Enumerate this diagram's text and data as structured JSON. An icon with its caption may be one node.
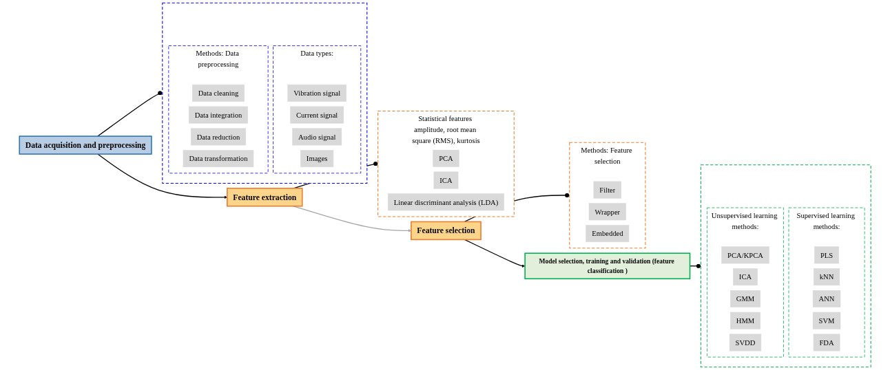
{
  "diagram": {
    "nodes": [
      {
        "text": [
          "Data acquisition and preprocessing"
        ]
      },
      {
        "text": [
          "Feature extraction"
        ]
      },
      {
        "text": [
          "Feature selection"
        ]
      },
      {
        "text": [
          "Model selection, training and validation (feature classification )"
        ]
      },
      {
        "text": [],
        "shape": "box"
      },
      {
        "text": [
          "Data types:"
        ],
        "in": 4
      },
      {
        "text": [
          "Vibration signal"
        ],
        "in": 5
      },
      {
        "text": [
          "Current signal"
        ],
        "in": 5
      },
      {
        "text": [
          "Audio signal"
        ],
        "in": 5
      },
      {
        "text": [
          "Images"
        ],
        "in": 5
      },
      {
        "text": [
          "Methods: Data preprocessing"
        ],
        "in": 4
      },
      {
        "text": [
          "Data cleaning"
        ],
        "in": 10
      },
      {
        "text": [
          "Data integration"
        ],
        "in": 10
      },
      {
        "text": [
          "Data reduction"
        ],
        "in": 10
      },
      {
        "text": [
          "Data transformation"
        ],
        "in": 10
      },
      {
        "text": [
          "Statistical features amplitude, root mean square (RMS), kurtosis"
        ]
      },
      {
        "text": [
          "PCA"
        ],
        "in": 15
      },
      {
        "text": [
          "ICA"
        ],
        "in": 15
      },
      {
        "text": [
          "Linear discriminant analysis (LDA)"
        ],
        "in": 15
      },
      {
        "text": [
          "Methods: Feature selection"
        ]
      },
      {
        "text": [
          "Filter"
        ],
        "in": 19
      },
      {
        "text": [
          "Wrapper"
        ],
        "in": 19
      },
      {
        "text": [
          "Embedded"
        ],
        "in": 19
      },
      {
        "text": [],
        "shape": "box"
      },
      {
        "text": [
          "Supervised learning methods:"
        ],
        "in": 23
      },
      {
        "text": [
          "PLS"
        ],
        "in": 24
      },
      {
        "text": [
          "kNN"
        ],
        "in": 24
      },
      {
        "text": [
          "ANN"
        ],
        "in": 24
      },
      {
        "text": [
          "SVM"
        ],
        "in": 24
      },
      {
        "text": [
          "FDA"
        ],
        "in": 24
      },
      {
        "text": [
          "Unsupervised learning methods:"
        ],
        "in": 23
      },
      {
        "text": [
          "PCA/KPCA"
        ],
        "in": 30
      },
      {
        "text": [
          "ICA"
        ],
        "in": 30
      },
      {
        "text": [
          "GMM"
        ],
        "in": 30
      },
      {
        "text": [
          "HMM"
        ],
        "in": 30
      },
      {
        "text": [
          "SVDD"
        ],
        "in": 30
      }
    ],
    "edges": [
      {
        "from": 0,
        "to": 1,
        "arrow": "to"
      },
      {
        "from": 1,
        "to": 2,
        "arrow": "to",
        "color": "#a6a6a6"
      },
      {
        "from": 2,
        "to": 3,
        "arrow": "to"
      },
      {
        "from": 0,
        "to": 4,
        "arrow": "other"
      },
      {
        "from": 1,
        "to": 15,
        "arrow": "other"
      },
      {
        "from": 2,
        "to": 19,
        "arrow": "other"
      },
      {
        "from": 3,
        "to": 23,
        "arrow": "other"
      }
    ]
  }
}
